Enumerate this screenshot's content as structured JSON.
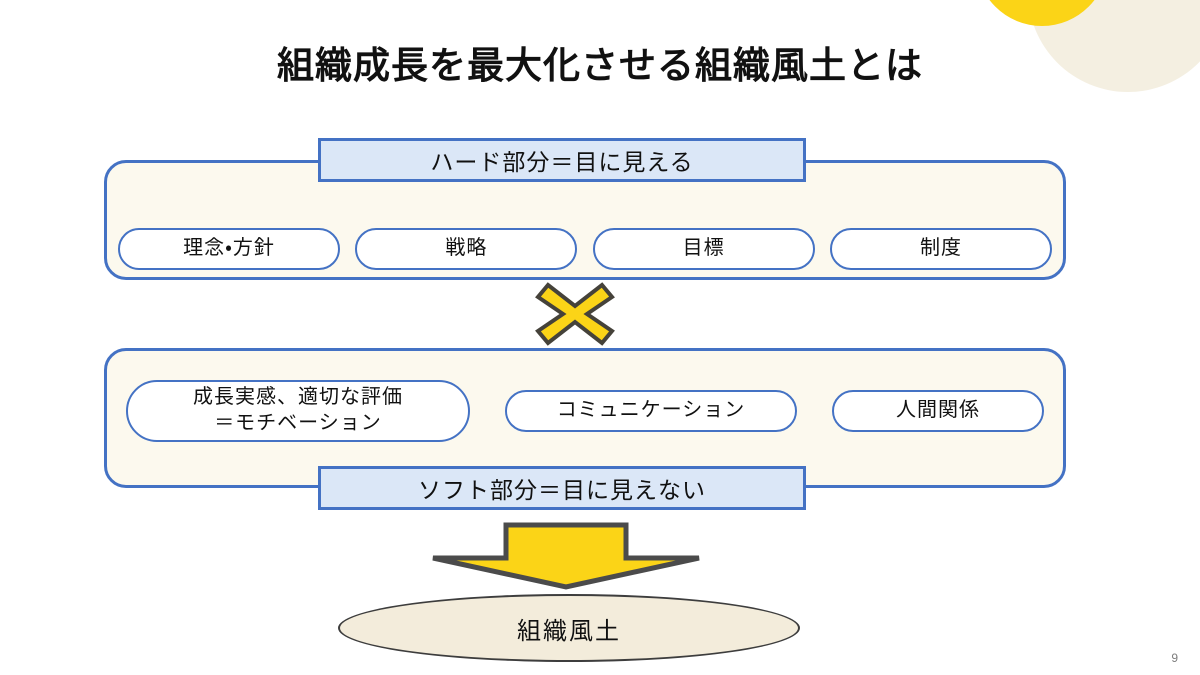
{
  "slide": {
    "title": "組織成長を最大化させる組織風土とは",
    "page_number": "9"
  },
  "decor": {
    "yellow_circle": "yellow-circle",
    "cream_circle": "cream-circle",
    "yellow_hex": "#fbd417",
    "cream_hex": "#f4efe1"
  },
  "hard_section": {
    "header_label": "ハード部分＝目に見える",
    "items": [
      {
        "label": "理念・方針"
      },
      {
        "label": "戦略"
      },
      {
        "label": "目標"
      },
      {
        "label": "制度"
      }
    ]
  },
  "soft_section": {
    "header_label": "ソフト部分＝目に見えない",
    "items": [
      {
        "label": "成長実感、適切な評価\n＝モチベーション"
      },
      {
        "label": "コミュニケーション"
      },
      {
        "label": "人間関係"
      }
    ]
  },
  "connector": {
    "x_mark": "cross-multiply-icon",
    "arrow": "down-arrow-icon"
  },
  "result": {
    "label": "組織風土"
  },
  "colors": {
    "accent_blue": "#4472c4",
    "header_fill": "#dbe7f7",
    "group_fill": "#fcf9ee",
    "yellow": "#fbd417",
    "outline_gray": "#3d3d3d",
    "ellipse_fill": "#f3ecdb"
  }
}
